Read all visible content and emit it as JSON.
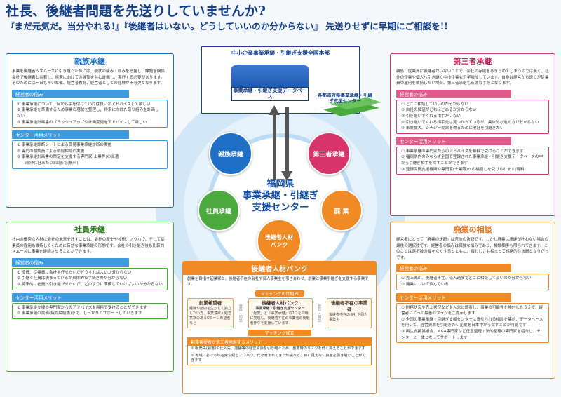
{
  "headline": {
    "line1": "社長、後継者問題を先送りしていませんか?",
    "line2": "『まだ元気だ。当分やれる!』『後継者はいない。どうしていいのか分からない』 先送りせずに早期にご相談を!!"
  },
  "hq": {
    "title": "中小企業事業承継・引継ぎ支援全国本部",
    "database": "事業承継・引継ぎ支援データベース",
    "prefectures": "各都道府県事業承継・引継ぎ支援センター"
  },
  "center": {
    "line1": "福岡県",
    "line2": "事業承継・引継ぎ",
    "line3": "支援センター"
  },
  "nodes": {
    "shinzoku": "親族承継",
    "daisansha": "第三者承継",
    "shain": "社員承継",
    "haigyo": "廃 業",
    "bank": "後継者人材バンク"
  },
  "shinzoku_panel": {
    "title": "親族承継",
    "desc": "事業を後継者へスムーズに引き継ぐためには、現状の強み・弱みを把握し、課題を関係会社で後継者と共有し、将来に向けての展望を共に計画し、実行する必要があります。そのためには一日も早い準備、経営者教育、経営者としての経験が不可欠となります。",
    "worries_label": "経営者の悩み",
    "worries": [
      "① 事業承継について、何から手を付けていけば良いかアドバイスして欲しい",
      "② 事業承継を準備するため事業の現状を整理し、将来に向けた取り組みを計画したい",
      "③ 事業承継計画書のブラッシュアップや計画変更をアドバイスして欲しい"
    ],
    "merits_label": "センター活用メリット",
    "merits": [
      "① 事業承継診断シートによる簡易事業承継診断の実施",
      "② 専門の相談員による個別相談の実施",
      "③ 事業承継計画書の策定を支援する専門家(士業等)の派遣",
      "※原則1社あたり3回まで(無料)"
    ]
  },
  "daisansha_panel": {
    "title": "第三者承継",
    "desc": "親族、従業員に後継者がいないことで、会社の存続をあきらめてしまうのでは無く、社外の企業や個人へ引き継ぐ中小企業も近年増加しています。自身は経営から退くが従業員の雇用を維持したい場合、第三者承継も有効な手段となります。",
    "worries_label": "経営者の悩み",
    "worries": [
      "① どこに相談していいのか分からない",
      "② 自社の価値がどれほどあるか分からない",
      "③ 引き継いでくれる相手がいない",
      "④ 引き継いでくれる相手先は見つかっているが、具体的な進め方が分からない",
      "⑤ 事業拡大、シナジー効果を得るために他社を引継ぎたい"
    ],
    "merits_label": "センター活用メリット",
    "merits": [
      "① 事業承継の専門家からのアドバイスを無料で受けることができます",
      "② 福岡県内のみならず全国で登録された事業承継・引継ぎ支援データベースの中から引継ぎ相手を探すことができます",
      "③ 登録民間支援機関や専門家(士業等)への橋渡しを受けられます(有料)"
    ]
  },
  "shain_panel": {
    "title": "社員承継",
    "desc": "社内の優秀な人材に会社の未来を託すことは、会社の歴史や技術、ノウハウ、そして従業員の雇用も維持してくために有効な事業承継の形態です。会社の引き継ぎ後も比較的スムーズに事業を継続させることができます。",
    "worries_label": "経営者の悩み",
    "worries": [
      "① 役員、従業員に会社を任せたいがどうすればよいか分からない",
      "② 引継ぐ社員は決まっているが具体的な手続き等が分からない",
      "③ 将来的に社員へ引き継がせたいが、どのように準備していけばよいか分からない"
    ],
    "merits_label": "センター活用メリット",
    "merits": [
      "① 事業承継支援の専門家からのアドバイスを無料で受けることができます",
      "② 事業承継の実務(契約締結等)まで、しっかりとサポートしていきます"
    ]
  },
  "haigyo_panel": {
    "title": "廃業の相談",
    "desc": "経営者にとって「廃業の決断」は苦渋の決断です。しかし廃業は承継が叶わない場合の最後の選択肢です。経営者の悩みは孤独な悩みであり、相談相手も限られてきます。このことは選択肢の幅をなくするとともに、煩わしさも相まって短絡的な決断となりがちです。",
    "worries_label": "経営者の悩み",
    "worries": [
      "① 売上減少、後継者不在、借入過多でどこに相談してよいのか分からない",
      "② 廃業について悩んでいる"
    ],
    "merits_label": "センター活用メリット",
    "merits": [
      "① 財務状況や売上状況などを入念に調査し、事業の可能性を検討したうえで、経営者にとって最善のプランをご提示します",
      "② 全国の事業承継・引継ぎ支援センターに寄せられる相談を集約、データベースを用いて、経営資源を引継ぎたい企業を日本中から探すことが可能です",
      "③ 再生支援協議会、M&A専門家など任意整理・法的整理の専門家を紹介し、センターと一体となってサポートします"
    ]
  },
  "bank_panel": {
    "title": "後継者人材バンク",
    "intro": "創業を目指す起業家と、後継者不在の会社や個人事業主を引き合わせ、創業と事業引継ぎを支援する事業です。",
    "matching_label": "マッチングの仕組み",
    "left_title": "創業希望者",
    "left_text": "経験や技術を生かして独立したい方、事業意欲・経営意欲のあるUターン希望者など",
    "mid_title": "後継者人材バンク",
    "mid_sub": "事業承継・引継ぎ支援センター",
    "mid_text": "「起業」と「事業承継」の2つを同時に実現し、後継者不在の事業者の後継者作りを支援しています",
    "right_title": "後継者不在の事業者",
    "right_text": "後継者不在の会社や個人事業主",
    "arrow_left": "登録・相談",
    "arrow_right": "登録・相談",
    "established": "マッチング成立",
    "merit_label": "創業希望者が第三者承継するメリット",
    "merits": [
      "① 販売先(顧客)や仕入先、店舗等の経営資源を引き継ぐため、創業時のリスクを低く抑えることができます",
      "② 地域における知名度や経営ノウハウ、代々育まれてきた知識など、目に見えない資産を引き継ぐことができます"
    ]
  },
  "colors": {
    "navy": "#123d8a",
    "green": "#4aaa3e",
    "pink": "#d6346b",
    "orange": "#f08a24",
    "blue": "#1f6fc6"
  }
}
